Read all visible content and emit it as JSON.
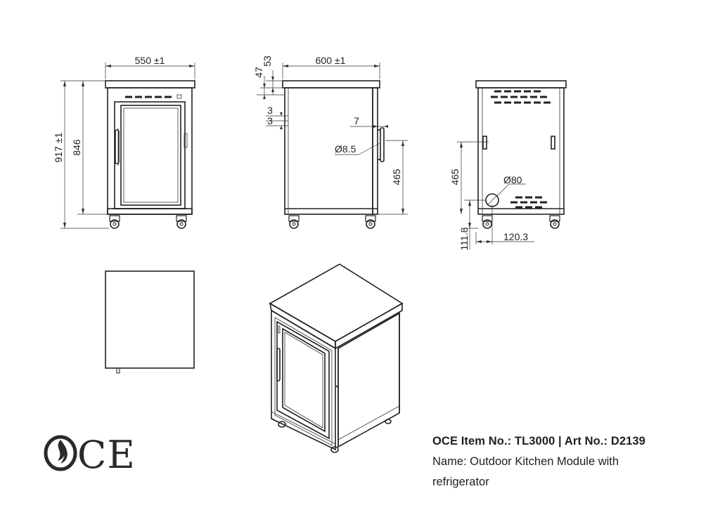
{
  "front_view": {
    "width_label": "550 ±1",
    "total_height_label": "917 ±1",
    "body_height_label": "846"
  },
  "side_view": {
    "depth_label": "600 ±1",
    "dim_53": "53",
    "dim_47": "47",
    "dim_3a": "3",
    "dim_3b": "3",
    "dim_7": "7",
    "hole_label": "Ø8.5",
    "handle_height_label": "465"
  },
  "back_view": {
    "height_label": "465",
    "hole_label": "Ø80",
    "floor_gap_label": "111.8",
    "offset_label": "120.3"
  },
  "product": {
    "item_line": "OCE Item No.: TL3000 | Art No.: D2139",
    "name_line1": "Name: Outdoor Kitchen Module with",
    "name_line2": "refrigerator"
  },
  "logo": {
    "text": "OCE",
    "icon": "flame-icon"
  }
}
